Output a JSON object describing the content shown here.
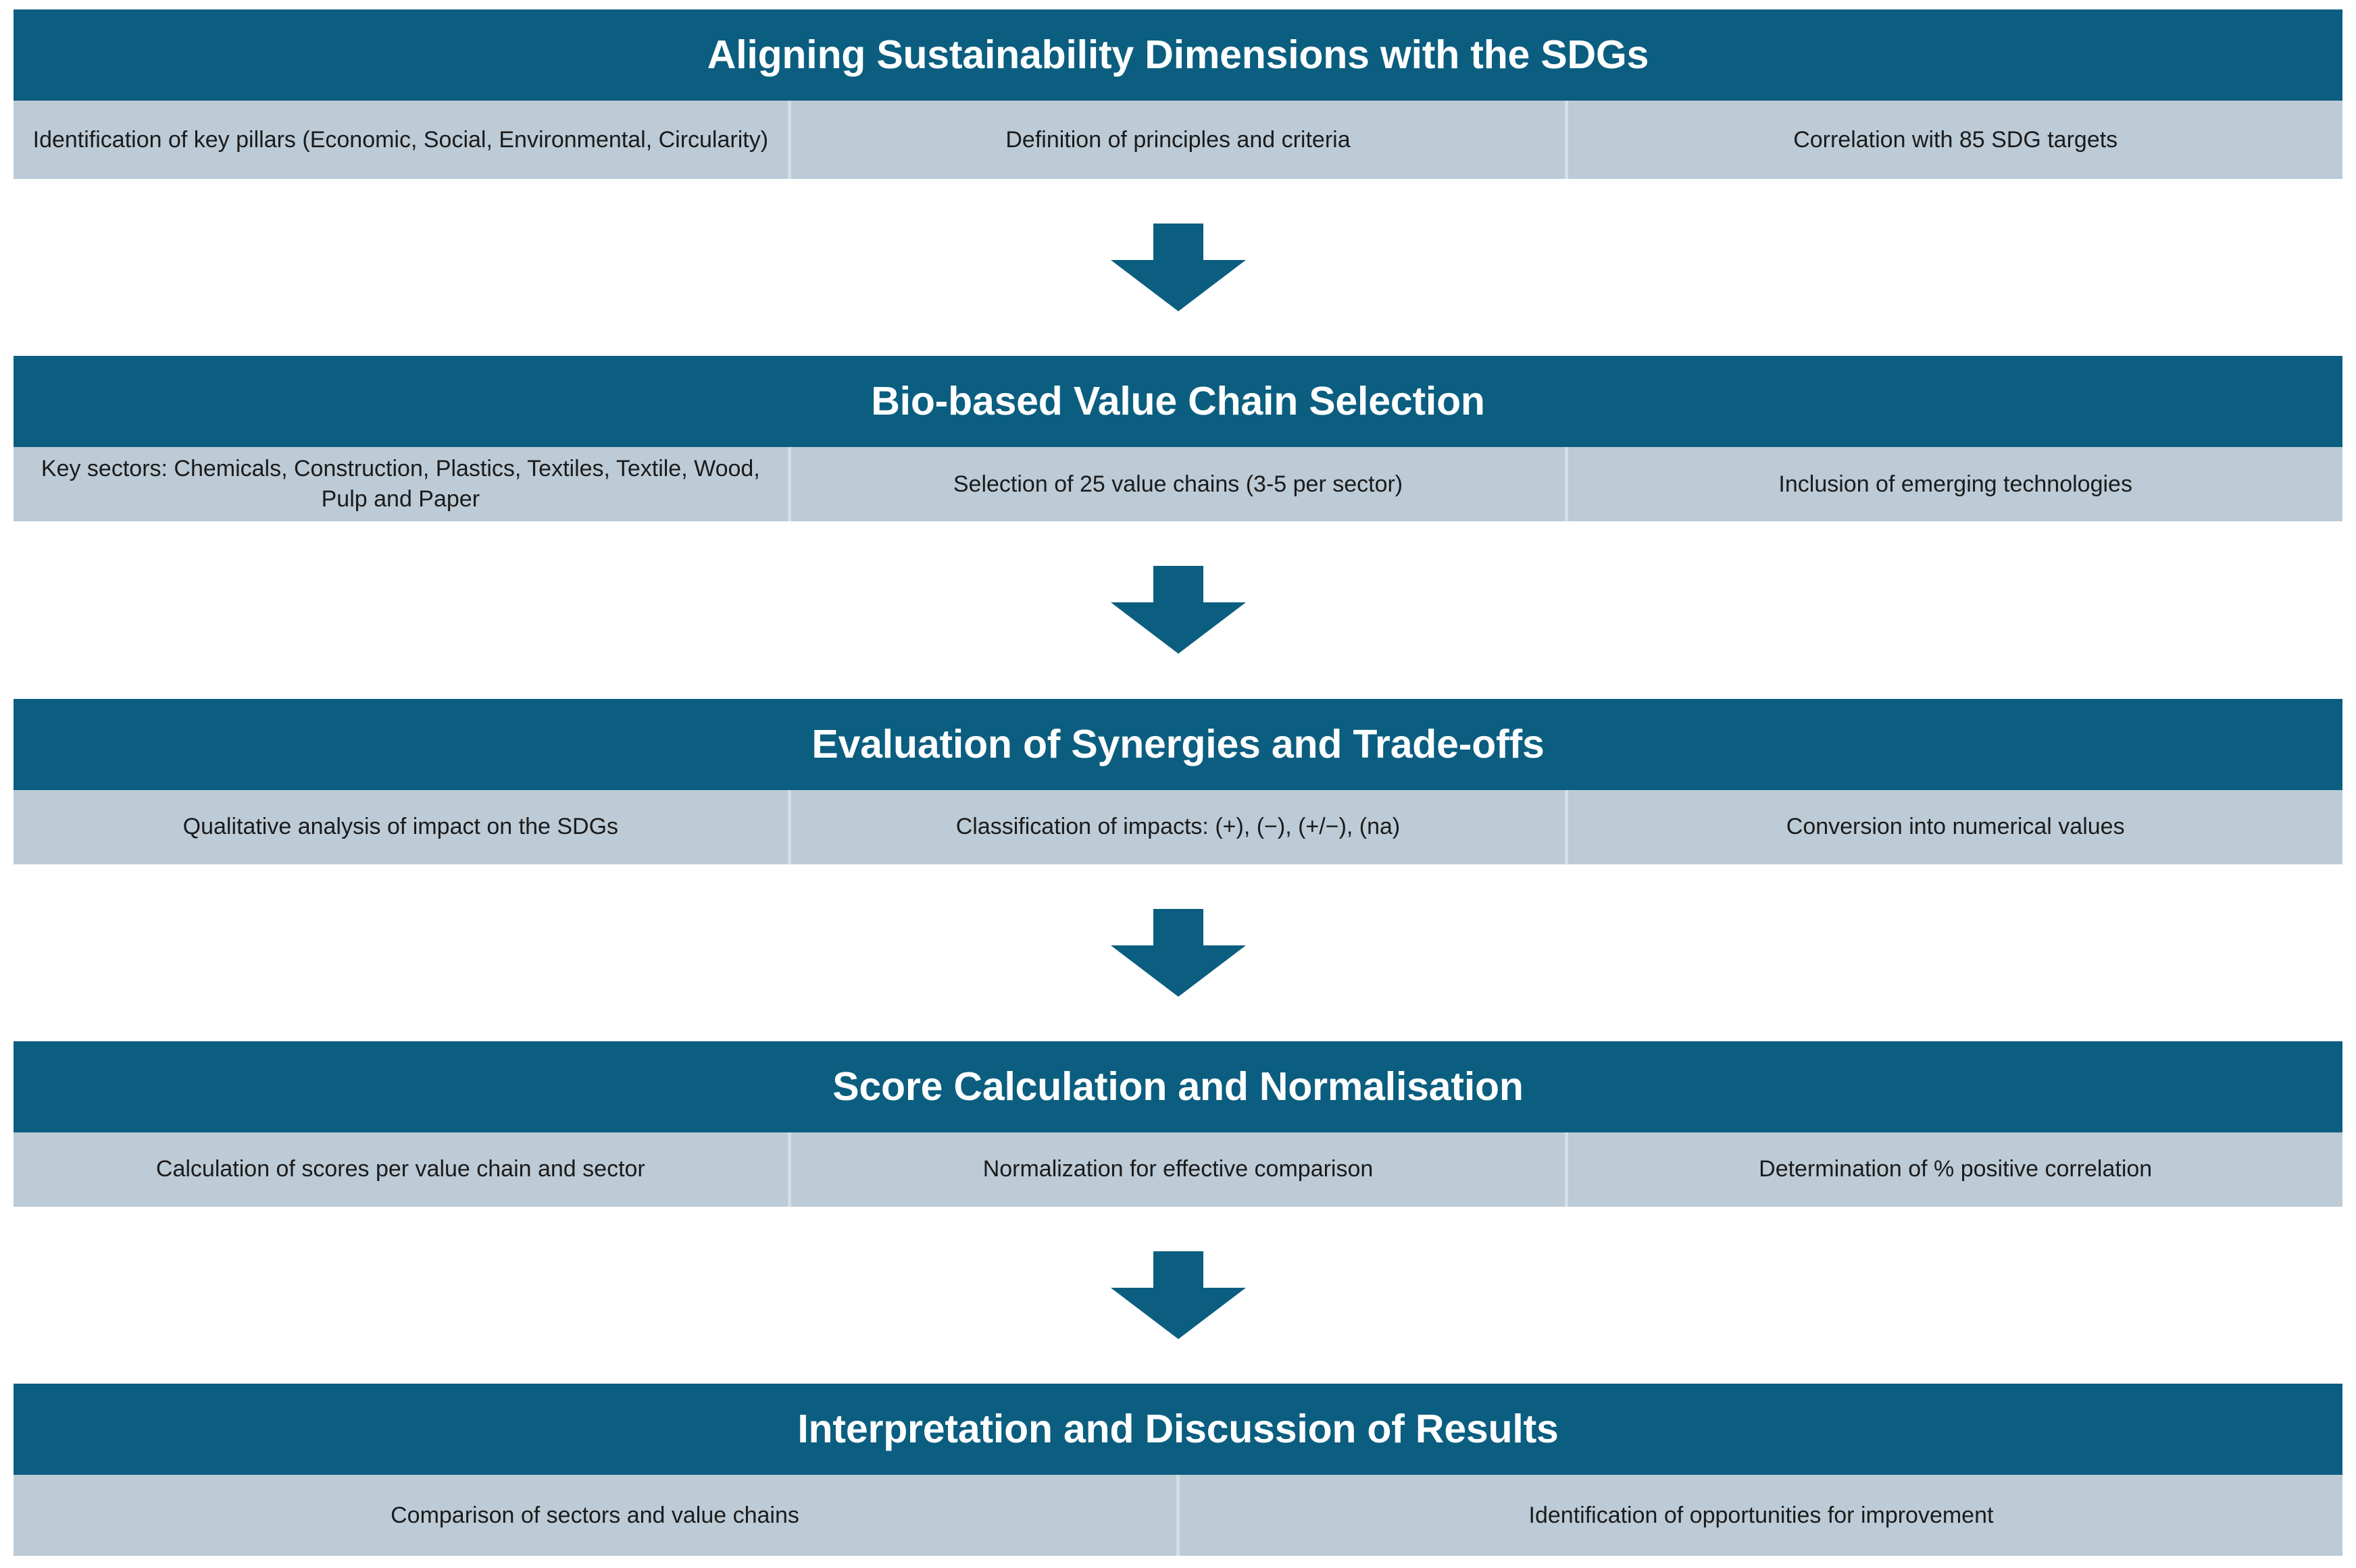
{
  "diagram": {
    "title": "Aligning Sustainability Dimensions with the SDGs",
    "type": "vertical-flowchart",
    "accent_color": "#0B5E80",
    "subrow_color": "#BCCBD6",
    "divider_color": "#D4DEE6",
    "arrow_icon": "arrow-down-icon",
    "stages": [
      {
        "title": "Aligning Sustainability Dimensions with the SDGs",
        "cells": [
          "Identification of key pillars (Economic, Social, Environmental, Circularity)",
          "Definition of principles and criteria",
          "Correlation with 85 SDG targets"
        ]
      },
      {
        "title": "Bio-based Value Chain Selection",
        "cells": [
          "Key sectors: Chemicals, Construction, Plastics, Textiles, Textile, Wood, Pulp and Paper",
          "Selection of 25 value chains (3-5 per sector)",
          "Inclusion of emerging technologies"
        ]
      },
      {
        "title": "Evaluation of Synergies and Trade-offs",
        "cells": [
          "Qualitative analysis of impact on the SDGs",
          "Classification of impacts: (+), (−), (+/−), (na)",
          "Conversion into numerical values"
        ]
      },
      {
        "title": "Score Calculation and Normalisation",
        "cells": [
          "Calculation of scores per value chain and sector",
          "Normalization for effective comparison",
          "Determination of % positive correlation"
        ]
      },
      {
        "title": "Interpretation and Discussion of Results",
        "cells": [
          "Comparison of sectors and value chains",
          "Identification of opportunities for improvement"
        ]
      }
    ]
  }
}
